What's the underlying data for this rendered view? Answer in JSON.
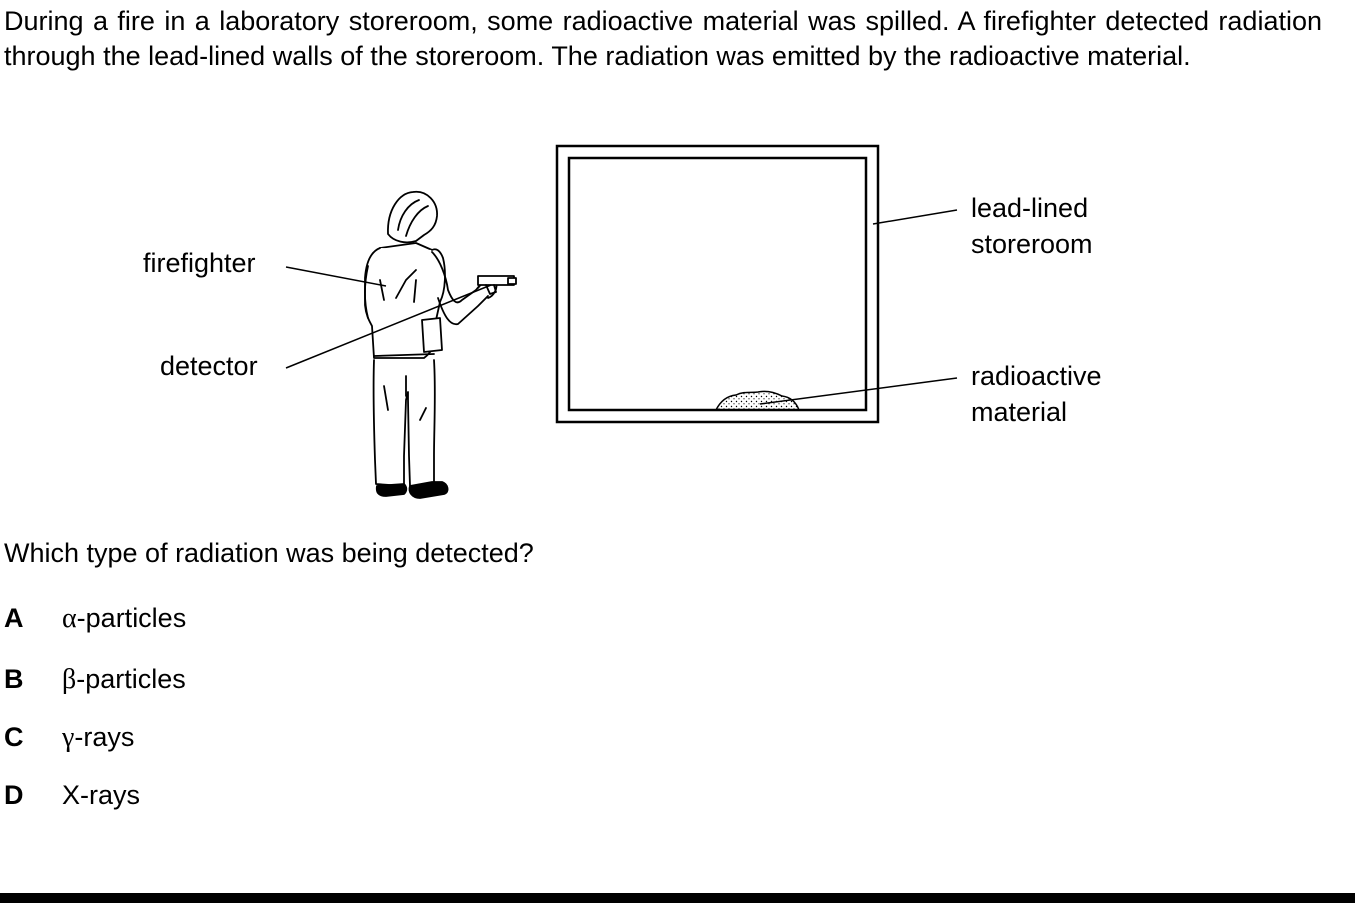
{
  "question": {
    "intro": "During a fire in a laboratory storeroom, some radioactive material was spilled. A firefighter detected radiation through the lead-lined walls of the storeroom. The radiation was emitted by the radioactive material.",
    "prompt": "Which type of radiation was being detected?"
  },
  "figure": {
    "labels": {
      "firefighter": "firefighter",
      "detector": "detector",
      "storeroom_line1": "lead-lined",
      "storeroom_line2": "storeroom",
      "material_line1": "radioactive",
      "material_line2": "material"
    }
  },
  "options": [
    {
      "letter": "A",
      "symbol": "α",
      "text": "-particles"
    },
    {
      "letter": "B",
      "symbol": "β",
      "text": "-particles"
    },
    {
      "letter": "C",
      "symbol": "γ",
      "text": "-rays"
    },
    {
      "letter": "D",
      "symbol": "",
      "text": "X-rays"
    }
  ]
}
